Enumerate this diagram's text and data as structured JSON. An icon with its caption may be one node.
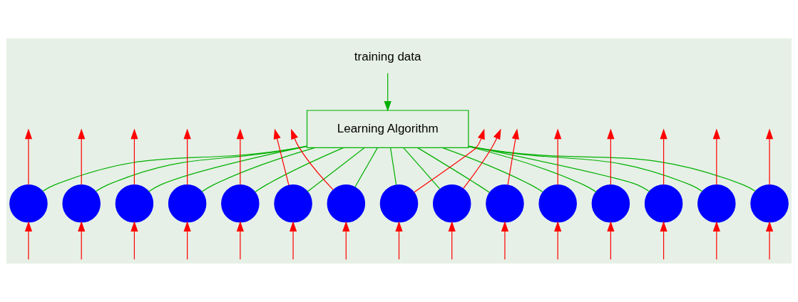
{
  "diagram": {
    "nodes": [
      {
        "text": [
          "training data"
        ]
      },
      {
        "text": [
          "Learning Algorithm"
        ]
      },
      {
        "text": [],
        "shape": "circle"
      },
      {
        "text": [],
        "shape": "circle"
      },
      {
        "text": [],
        "shape": "circle"
      },
      {
        "text": [],
        "shape": "circle"
      },
      {
        "text": [],
        "shape": "circle"
      },
      {
        "text": [],
        "shape": "circle"
      },
      {
        "text": [],
        "shape": "circle"
      },
      {
        "text": [],
        "shape": "circle"
      },
      {
        "text": [],
        "shape": "circle"
      },
      {
        "text": [],
        "shape": "circle"
      },
      {
        "text": [],
        "shape": "circle"
      },
      {
        "text": [],
        "shape": "circle"
      },
      {
        "text": [],
        "shape": "circle"
      },
      {
        "text": [],
        "shape": "circle"
      },
      {
        "text": [],
        "shape": "circle"
      }
    ],
    "edges": [
      {
        "from": 0,
        "to": 1,
        "arrow": "to",
        "color": "#00b000"
      },
      {
        "from": 1,
        "to": 2,
        "arrow": "none",
        "color": "#00b000"
      },
      {
        "from": 1,
        "to": 3,
        "arrow": "none",
        "color": "#00b000"
      },
      {
        "from": 1,
        "to": 4,
        "arrow": "none",
        "color": "#00b000"
      },
      {
        "from": 1,
        "to": 5,
        "arrow": "none",
        "color": "#00b000"
      },
      {
        "from": 1,
        "to": 6,
        "arrow": "none",
        "color": "#00b000"
      },
      {
        "from": 1,
        "to": 7,
        "arrow": "none",
        "color": "#00b000"
      },
      {
        "from": 1,
        "to": 8,
        "arrow": "none",
        "color": "#00b000"
      },
      {
        "from": 1,
        "to": 9,
        "arrow": "none",
        "color": "#00b000"
      },
      {
        "from": 1,
        "to": 10,
        "arrow": "none",
        "color": "#00b000"
      },
      {
        "from": 1,
        "to": 11,
        "arrow": "none",
        "color": "#00b000"
      },
      {
        "from": 1,
        "to": 12,
        "arrow": "none",
        "color": "#00b000"
      },
      {
        "from": 1,
        "to": 13,
        "arrow": "none",
        "color": "#00b000"
      },
      {
        "from": 1,
        "to": 14,
        "arrow": "none",
        "color": "#00b000"
      },
      {
        "from": 1,
        "to": 15,
        "arrow": "none",
        "color": "#00b000"
      },
      {
        "from": 1,
        "to": 16,
        "arrow": "none",
        "color": "#00b000"
      },
      {
        "from": 2,
        "to": null,
        "arrow": "to"
      },
      {
        "from": null,
        "to": 2,
        "arrow": "to"
      },
      {
        "from": 3,
        "to": null,
        "arrow": "to"
      },
      {
        "from": null,
        "to": 3,
        "arrow": "to"
      },
      {
        "from": 4,
        "to": null,
        "arrow": "to"
      },
      {
        "from": null,
        "to": 4,
        "arrow": "to"
      },
      {
        "from": 5,
        "to": null,
        "arrow": "to"
      },
      {
        "from": null,
        "to": 5,
        "arrow": "to"
      },
      {
        "from": 6,
        "to": null,
        "arrow": "to"
      },
      {
        "from": null,
        "to": 6,
        "arrow": "to"
      },
      {
        "from": 7,
        "to": null,
        "arrow": "to"
      },
      {
        "from": null,
        "to": 7,
        "arrow": "to"
      },
      {
        "from": 8,
        "to": null,
        "arrow": "to"
      },
      {
        "from": null,
        "to": 8,
        "arrow": "to"
      },
      {
        "from": 9,
        "to": null,
        "arrow": "to"
      },
      {
        "from": null,
        "to": 9,
        "arrow": "to"
      },
      {
        "from": 10,
        "to": null,
        "arrow": "to"
      },
      {
        "from": null,
        "to": 10,
        "arrow": "to"
      },
      {
        "from": 11,
        "to": null,
        "arrow": "to"
      },
      {
        "from": null,
        "to": 11,
        "arrow": "to"
      },
      {
        "from": 12,
        "to": null,
        "arrow": "to"
      },
      {
        "from": null,
        "to": 12,
        "arrow": "to"
      },
      {
        "from": 13,
        "to": null,
        "arrow": "to"
      },
      {
        "from": null,
        "to": 13,
        "arrow": "to"
      },
      {
        "from": 14,
        "to": null,
        "arrow": "to"
      },
      {
        "from": null,
        "to": 14,
        "arrow": "to"
      },
      {
        "from": 15,
        "to": null,
        "arrow": "to"
      },
      {
        "from": null,
        "to": 15,
        "arrow": "to"
      },
      {
        "from": 16,
        "to": null,
        "arrow": "to"
      },
      {
        "from": null,
        "to": 16,
        "arrow": "to"
      }
    ]
  }
}
